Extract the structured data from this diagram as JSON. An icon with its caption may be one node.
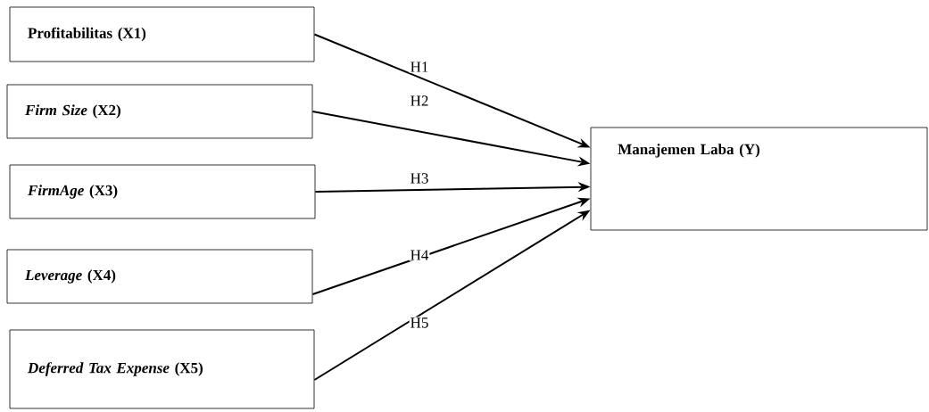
{
  "diagram": {
    "nodes": [
      {
        "text": [
          "Profitabilitas (X1)"
        ]
      },
      {
        "text": [
          "*Firm Size* (X2)"
        ]
      },
      {
        "text": [
          "*FirmAge* (X3)"
        ]
      },
      {
        "text": [
          "*Leverage* (X4)"
        ]
      },
      {
        "text": [
          "*Deferred Tax Expense* (X5)"
        ]
      },
      {
        "text": [
          "Manajemen Laba (Y)"
        ]
      }
    ],
    "edges": [
      {
        "from": 0,
        "to": 5,
        "arrow": "to",
        "label": "H1"
      },
      {
        "from": 1,
        "to": 5,
        "arrow": "to",
        "label": "H2"
      },
      {
        "from": 2,
        "to": 5,
        "arrow": "to",
        "label": "H3"
      },
      {
        "from": 3,
        "to": 5,
        "arrow": "to",
        "label": "H4"
      },
      {
        "from": 4,
        "to": 5,
        "arrow": "to",
        "label": "H5"
      }
    ]
  }
}
